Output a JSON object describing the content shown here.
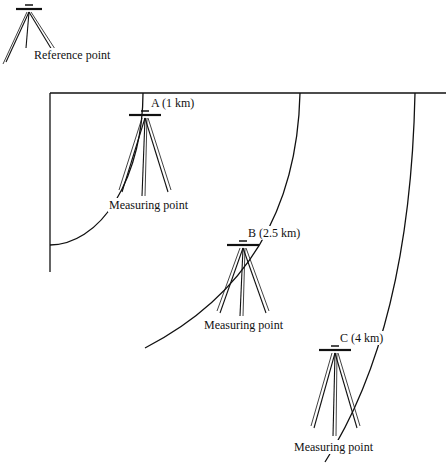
{
  "diagram": {
    "labels": [
      "Reference point",
      "A (1 km)",
      "Measuring point",
      "B (2.5 km)",
      "Measuring point",
      "C (4 km)",
      "Measuring point"
    ]
  }
}
